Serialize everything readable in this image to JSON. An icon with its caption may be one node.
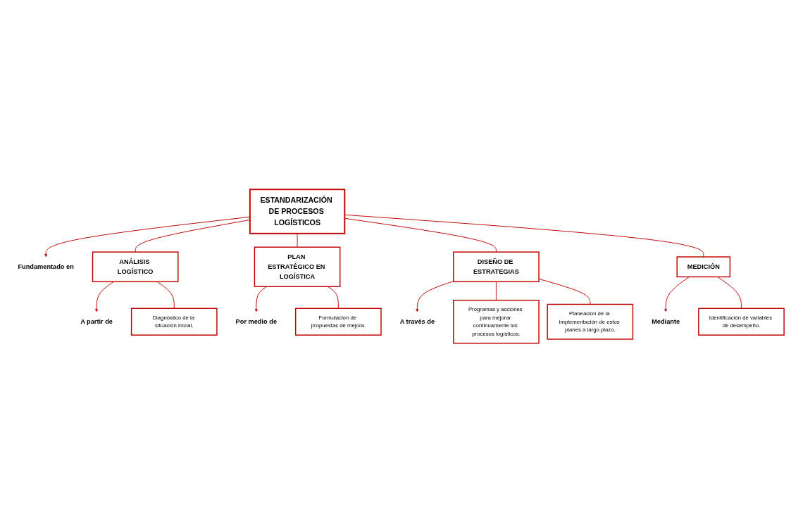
{
  "diagram": {
    "nodes": [
      {
        "text": [
          "ESTANDARIZACIÓN DE PROCESOS LOGÍSTICOS"
        ]
      },
      {
        "text": [
          "Fundamentado en"
        ]
      },
      {
        "text": [
          "ANÁLISIS LOGÍSTICO"
        ]
      },
      {
        "text": [
          "PLAN ESTRATÉGICO EN LOGÍSTICA"
        ]
      },
      {
        "text": [
          "DISEÑO DE ESTRATEGIAS"
        ]
      },
      {
        "text": [
          "MEDICIÓN"
        ]
      },
      {
        "text": [
          "A partir de"
        ]
      },
      {
        "text": [
          "Diagnóstico de la situación inicial."
        ]
      },
      {
        "text": [
          "Por medio de"
        ]
      },
      {
        "text": [
          "Formulación de propuestas de mejora."
        ]
      },
      {
        "text": [
          "A través de"
        ]
      },
      {
        "text": [
          "Programas y acciones para mejorar continuamente los procesos logísticos."
        ]
      },
      {
        "text": [
          "Planeación de la implementación de estos planes a largo plazo."
        ]
      },
      {
        "text": [
          "Mediante"
        ]
      },
      {
        "text": [
          "Identificación de variables de desempeño."
        ]
      }
    ],
    "edges": [
      {
        "from": 0,
        "to": 1,
        "arrow": "to"
      },
      {
        "from": 0,
        "to": 2,
        "arrow": "none"
      },
      {
        "from": 0,
        "to": 3,
        "arrow": "none"
      },
      {
        "from": 0,
        "to": 4,
        "arrow": "none"
      },
      {
        "from": 0,
        "to": 5,
        "arrow": "none"
      },
      {
        "from": 2,
        "to": 6,
        "arrow": "to"
      },
      {
        "from": 2,
        "to": 7,
        "arrow": "none"
      },
      {
        "from": 3,
        "to": 8,
        "arrow": "to"
      },
      {
        "from": 3,
        "to": 9,
        "arrow": "none"
      },
      {
        "from": 4,
        "to": 10,
        "arrow": "to"
      },
      {
        "from": 4,
        "to": 11,
        "arrow": "none"
      },
      {
        "from": 4,
        "to": 12,
        "arrow": "none"
      },
      {
        "from": 5,
        "to": 13,
        "arrow": "to"
      },
      {
        "from": 5,
        "to": 14,
        "arrow": "none"
      }
    ]
  }
}
